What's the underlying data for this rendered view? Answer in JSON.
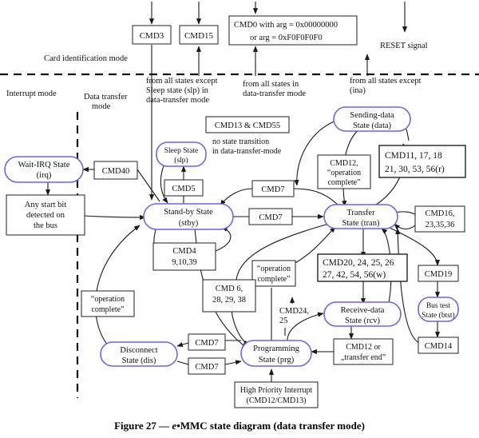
{
  "top": {
    "cmd3": "CMD3",
    "cmd15": "CMD15",
    "cmd0_line1": "CMD0 with arg = 0x00000000",
    "cmd0_line2": "or arg = 0xF0F0F0F0",
    "reset": "RESET signal",
    "from_except_sleep": [
      "from all states except",
      "Sleep state (slp) in",
      "data-transfer mode"
    ],
    "from_all_dt": [
      "from all states in",
      "data-transfer mode"
    ],
    "from_except_ina": [
      "from all states except",
      "(ina)"
    ]
  },
  "modes": {
    "card_id": "Card identification mode",
    "interrupt": "Interrupt mode",
    "data_transfer": [
      "Data transfer",
      "mode"
    ]
  },
  "states": {
    "wait_irq": [
      "Wait-IRQ State",
      "(irq)"
    ],
    "sleep": [
      "Sleep State",
      "(slp)"
    ],
    "standby": [
      "Stand-by State",
      "(stby)"
    ],
    "sending": [
      "Sending-data",
      "State (data)"
    ],
    "transfer": [
      "Transfer",
      "State (tran)"
    ],
    "receive": [
      "Receive-data",
      "State (rcv)"
    ],
    "bus_test": [
      "Bus test",
      "State (btst)"
    ],
    "disconnect": [
      "Disconnect",
      "State (dis)"
    ],
    "programming": [
      "Programming",
      "State (prg)"
    ]
  },
  "labels": {
    "start_bit": [
      "Any start bit",
      "detected on",
      "the bus"
    ],
    "cmd40": "CMD40",
    "cmd5": "CMD5",
    "cmd7_a": "CMD7",
    "cmd7_b": "CMD7",
    "cmd7_c": "CMD7",
    "cmd7_d": "CMD7",
    "cmd4": [
      "CMD4",
      "9,10,39"
    ],
    "cmd13_55": "CMD13 & CMD55",
    "no_transition": [
      "no state transition",
      "in data-transfer-mode"
    ],
    "cmd12_op": [
      "CMD12,",
      "“operation",
      "complete”"
    ],
    "cmd11_list": [
      "CMD11, 17, 18",
      "21, 30, 53, 56(r)"
    ],
    "cmd16_list": [
      "CMD16,",
      "23,35,36"
    ],
    "cmd20_list": [
      "CMD20, 24, 25, 26",
      "27, 42, 54, 56(w)"
    ],
    "op_complete_1": [
      "“operation",
      "complete”"
    ],
    "op_complete_2": [
      "“operation",
      "complete”"
    ],
    "cmd6_list": [
      "CMD 6,",
      "28, 29, 38"
    ],
    "cmd24_25": [
      "CMD24,",
      "25"
    ],
    "cmd19": "CMD19",
    "cmd14": "CMD14",
    "cmd12_end": [
      "CMD12 or",
      "„transfer end”"
    ],
    "hp_interrupt": [
      "High Priority Interrupt",
      "(CMD12/CMD13)"
    ]
  },
  "caption": {
    "prefix": "Figure 27 — ",
    "italic": "e",
    "suffix": "•MMC state diagram (data transfer mode)"
  }
}
